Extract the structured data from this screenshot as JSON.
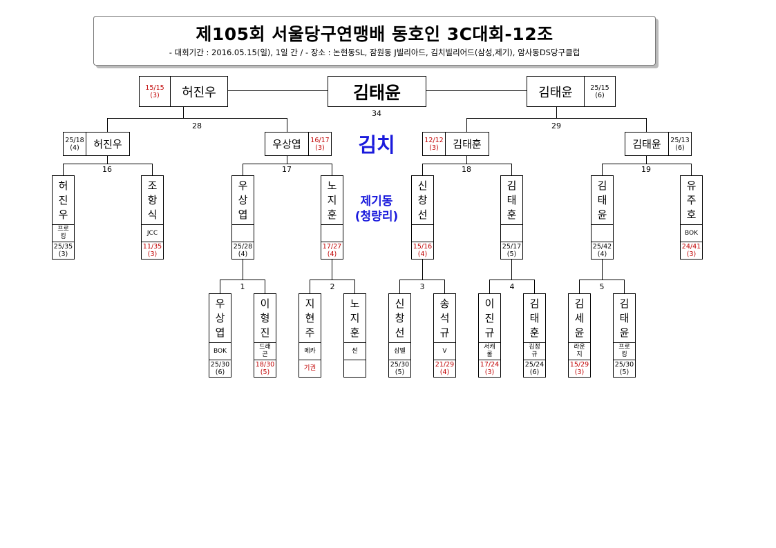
{
  "header": {
    "title": "제105회 서울당구연맹배 동호인 3C대회-12조",
    "subtitle": "- 대회기간 : 2016.05.15(일), 1일 간 / - 장소 : 논현동SL, 잠원동 J빌리아드, 김치빌리어드(삼성,제기), 암사동DS당구클럽"
  },
  "venue": {
    "main": "김치",
    "sub1": "제기동",
    "sub2": "(청량리)"
  },
  "champion": {
    "name": "김태윤",
    "match_no": "34"
  },
  "final": {
    "left": {
      "name": "허진우",
      "score": "15/15",
      "inning": "(3)"
    },
    "right": {
      "name": "김태윤",
      "score": "25/15",
      "inning": "(6)"
    }
  },
  "semis": {
    "left_no": "28",
    "right_no": "29",
    "players": [
      {
        "name": "허진우",
        "score": "25/18",
        "inning": "(4)"
      },
      {
        "name": "우상엽",
        "score": "16/17",
        "inning": "(3)"
      },
      {
        "name": "김태훈",
        "score": "12/12",
        "inning": "(3)"
      },
      {
        "name": "김태윤",
        "score": "25/13",
        "inning": "(6)"
      }
    ]
  },
  "quarters": {
    "match_nos": [
      "16",
      "17",
      "18",
      "19"
    ],
    "players": [
      {
        "name": [
          "허",
          "진",
          "우"
        ],
        "club": [
          "프로",
          "킹"
        ],
        "score": "25/35",
        "inning": "(3)"
      },
      {
        "name": [
          "조",
          "항",
          "식"
        ],
        "club": [
          "JCC"
        ],
        "score": "11/35",
        "inning": "(3)"
      },
      {
        "name": [
          "우",
          "상",
          "엽"
        ],
        "club": [],
        "score": "25/28",
        "inning": "(4)"
      },
      {
        "name": [
          "노",
          "지",
          "훈"
        ],
        "club": [],
        "score": "17/27",
        "inning": "(4)"
      },
      {
        "name": [
          "신",
          "창",
          "선"
        ],
        "club": [],
        "score": "15/16",
        "inning": "(4)"
      },
      {
        "name": [
          "김",
          "태",
          "훈"
        ],
        "club": [],
        "score": "25/17",
        "inning": "(5)"
      },
      {
        "name": [
          "김",
          "태",
          "윤"
        ],
        "club": [],
        "score": "25/42",
        "inning": "(4)"
      },
      {
        "name": [
          "유",
          "주",
          "호"
        ],
        "club": [
          "BOK"
        ],
        "score": "24/41",
        "inning": "(3)"
      }
    ]
  },
  "round1": {
    "match_nos": [
      "1",
      "2",
      "3",
      "4",
      "5"
    ],
    "players": [
      {
        "name": [
          "우",
          "상",
          "엽"
        ],
        "club": [
          "BOK"
        ],
        "score": "25/30",
        "inning": "(6)"
      },
      {
        "name": [
          "이",
          "형",
          "진"
        ],
        "club": [
          "드래",
          "곤"
        ],
        "score": "18/30",
        "inning": "(5)"
      },
      {
        "name": [
          "지",
          "현",
          "주"
        ],
        "club": [
          "메카"
        ],
        "score": "기권",
        "inning": ""
      },
      {
        "name": [
          "노",
          "지",
          "훈"
        ],
        "club": [
          "썬"
        ],
        "score": "",
        "inning": ""
      },
      {
        "name": [
          "신",
          "창",
          "선"
        ],
        "club": [
          "삼벨"
        ],
        "score": "25/30",
        "inning": "(5)"
      },
      {
        "name": [
          "송",
          "석",
          "규"
        ],
        "club": [
          "V"
        ],
        "score": "21/29",
        "inning": "(4)"
      },
      {
        "name": [
          "이",
          "진",
          "규"
        ],
        "club": [
          "서캐",
          "롤"
        ],
        "score": "17/24",
        "inning": "(3)"
      },
      {
        "name": [
          "김",
          "태",
          "훈"
        ],
        "club": [
          "김정",
          "규"
        ],
        "score": "25/24",
        "inning": "(6)"
      },
      {
        "name": [
          "김",
          "세",
          "윤"
        ],
        "club": [
          "라운",
          "지"
        ],
        "score": "15/29",
        "inning": "(3)"
      },
      {
        "name": [
          "김",
          "태",
          "윤"
        ],
        "club": [
          "프로",
          "킹"
        ],
        "score": "25/30",
        "inning": "(5)"
      }
    ]
  },
  "colors": {
    "loss": "#c00000",
    "venue": "#1a1adc"
  }
}
